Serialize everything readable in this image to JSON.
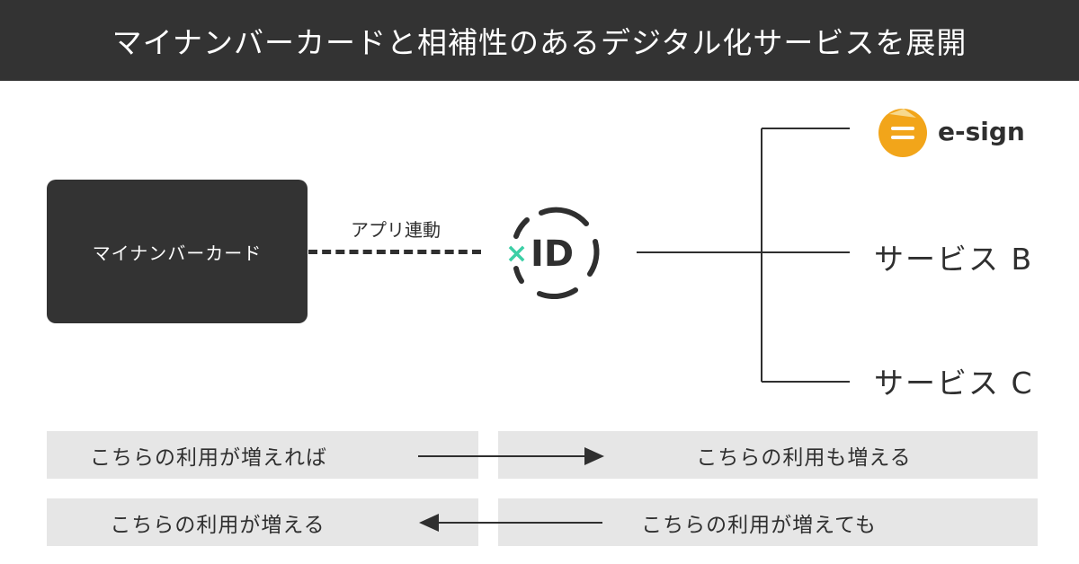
{
  "header": {
    "title": "マイナンバーカードと相補性のあるデジタル化サービスを展開"
  },
  "card": {
    "label": "マイナンバーカード"
  },
  "link": {
    "label": "アプリ連動"
  },
  "id_logo": {
    "prefix": "×",
    "text": "ID"
  },
  "services": {
    "esign": {
      "name": "e-sign",
      "brand_color": "#f2a51a"
    },
    "b": "サービス B",
    "c": "サービス C"
  },
  "relations": [
    {
      "left": "こちらの利用が増えれば",
      "right": "こちらの利用も増える",
      "direction": "right"
    },
    {
      "left": "こちらの利用が増える",
      "right": "こちらの利用が増えても",
      "direction": "left"
    }
  ],
  "colors": {
    "dark": "#333333",
    "accent": "#3ccfa6",
    "box_bg": "#e6e6e6"
  }
}
